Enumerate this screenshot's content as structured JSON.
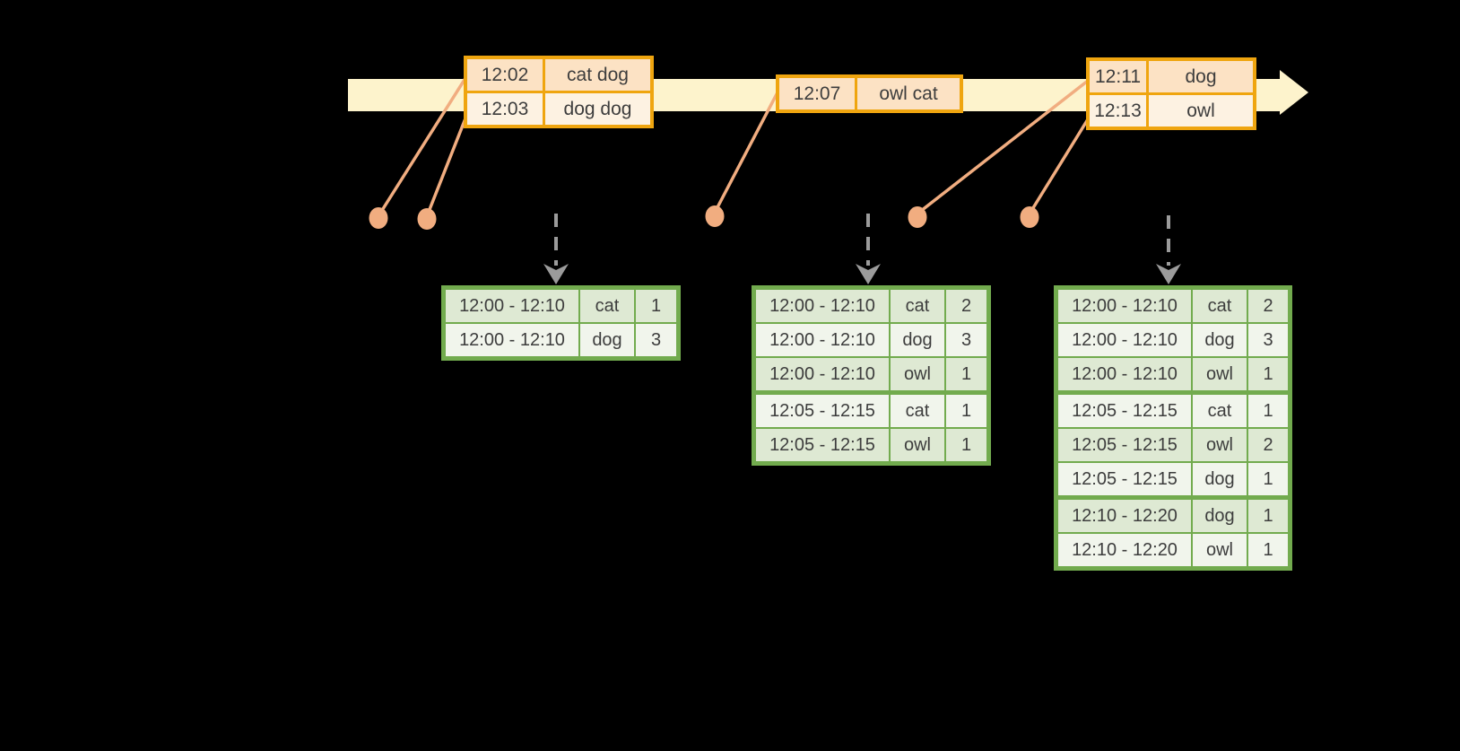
{
  "colors": {
    "background": "#000000",
    "timeline_band": "#fdf3cc",
    "event_border": "#efa50f",
    "event_row_dark": "#fce2c4",
    "event_row_light": "#fdf2e2",
    "connector": "#f1ad80",
    "dashed_arrow": "#9b9b9b",
    "result_border": "#72ab4e",
    "result_row_dark": "#dee9d3",
    "result_row_light": "#f1f5ec",
    "text": "#3d3d3d"
  },
  "icons": {
    "timeline_arrowhead": "arrow-right-icon",
    "trigger_arrow": "dashed-arrow-down-icon",
    "event_marker": "dot-icon"
  },
  "timeline": {
    "event_tables": [
      {
        "rows": [
          {
            "time": "12:02",
            "words": "cat dog"
          },
          {
            "time": "12:03",
            "words": "dog dog"
          }
        ]
      },
      {
        "rows": [
          {
            "time": "12:07",
            "words": "owl cat"
          }
        ]
      },
      {
        "rows": [
          {
            "time": "12:11",
            "words": "dog"
          },
          {
            "time": "12:13",
            "words": "owl"
          }
        ]
      }
    ]
  },
  "result_tables": [
    {
      "rows": [
        {
          "window": "12:00 - 12:10",
          "word": "cat",
          "count": "1"
        },
        {
          "window": "12:00 - 12:10",
          "word": "dog",
          "count": "3"
        }
      ]
    },
    {
      "rows": [
        {
          "window": "12:00 - 12:10",
          "word": "cat",
          "count": "2"
        },
        {
          "window": "12:00 - 12:10",
          "word": "dog",
          "count": "3"
        },
        {
          "window": "12:00 - 12:10",
          "word": "owl",
          "count": "1"
        },
        {
          "window": "12:05 - 12:15",
          "word": "cat",
          "count": "1",
          "new_window": true
        },
        {
          "window": "12:05 - 12:15",
          "word": "owl",
          "count": "1"
        }
      ]
    },
    {
      "rows": [
        {
          "window": "12:00 - 12:10",
          "word": "cat",
          "count": "2"
        },
        {
          "window": "12:00 - 12:10",
          "word": "dog",
          "count": "3"
        },
        {
          "window": "12:00 - 12:10",
          "word": "owl",
          "count": "1"
        },
        {
          "window": "12:05 - 12:15",
          "word": "cat",
          "count": "1",
          "new_window": true
        },
        {
          "window": "12:05 - 12:15",
          "word": "owl",
          "count": "2"
        },
        {
          "window": "12:05 - 12:15",
          "word": "dog",
          "count": "1"
        },
        {
          "window": "12:10 - 12:20",
          "word": "dog",
          "count": "1",
          "new_window": true
        },
        {
          "window": "12:10 - 12:20",
          "word": "owl",
          "count": "1"
        }
      ]
    }
  ]
}
